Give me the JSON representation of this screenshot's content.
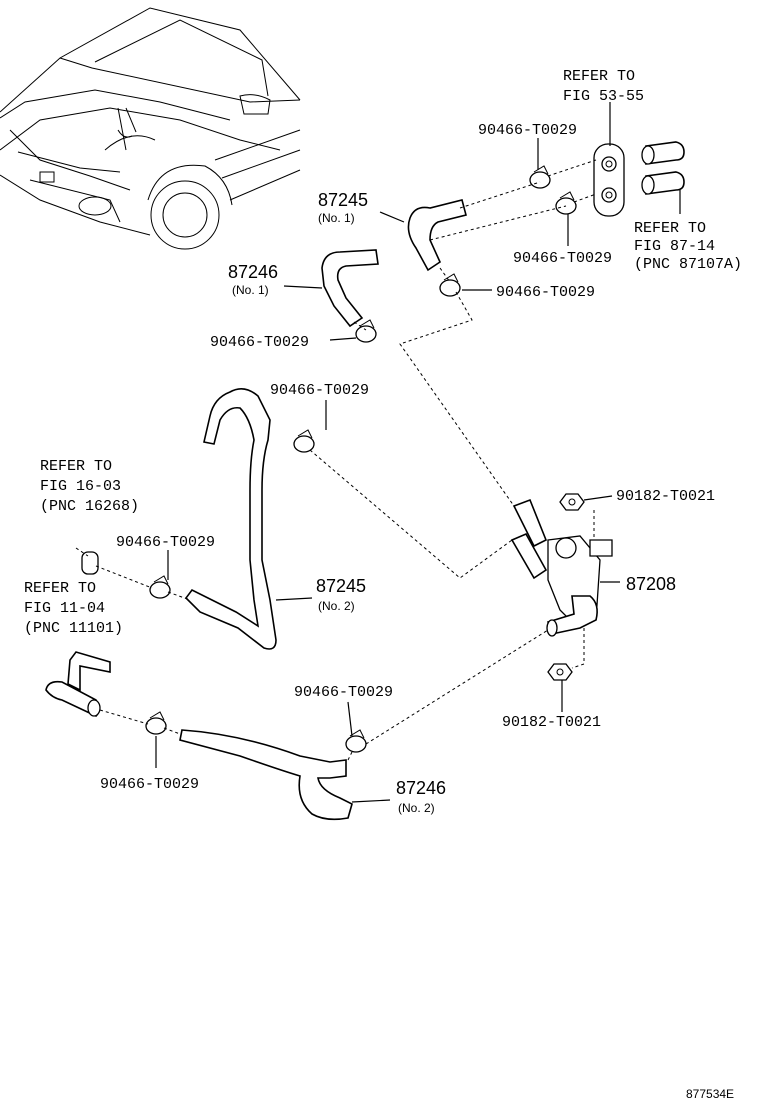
{
  "diagram": {
    "figure_code": "877534E",
    "parts": {
      "hose_87245_no1": {
        "number": "87245",
        "sub": "(No. 1)"
      },
      "hose_87246_no1": {
        "number": "87246",
        "sub": "(No. 1)"
      },
      "hose_87245_no2": {
        "number": "87245",
        "sub": "(No. 2)"
      },
      "hose_87246_no2": {
        "number": "87246",
        "sub": "(No. 2)"
      },
      "valve_87208": {
        "number": "87208"
      }
    },
    "clamps": {
      "c1": "90466-T0029",
      "c2": "90466-T0029",
      "c3": "90466-T0029",
      "c4": "90466-T0029",
      "c5": "90466-T0029",
      "c6": "90466-T0029",
      "c7": "90466-T0029",
      "c8": "90466-T0029"
    },
    "bolts": {
      "b1": "90182-T0021",
      "b2": "90182-T0021"
    },
    "references": {
      "ref_53": {
        "line1": "REFER TO",
        "line2": "FIG 53-55"
      },
      "ref_87": {
        "line1": "REFER TO",
        "line2": "FIG 87-14",
        "line3": "(PNC 87107A)"
      },
      "ref_16": {
        "line1": "REFER TO",
        "line2": "FIG 16-03",
        "line3": "(PNC 16268)"
      },
      "ref_11": {
        "line1": "REFER TO",
        "line2": "FIG 11-04",
        "line3": "(PNC 11101)"
      }
    }
  }
}
